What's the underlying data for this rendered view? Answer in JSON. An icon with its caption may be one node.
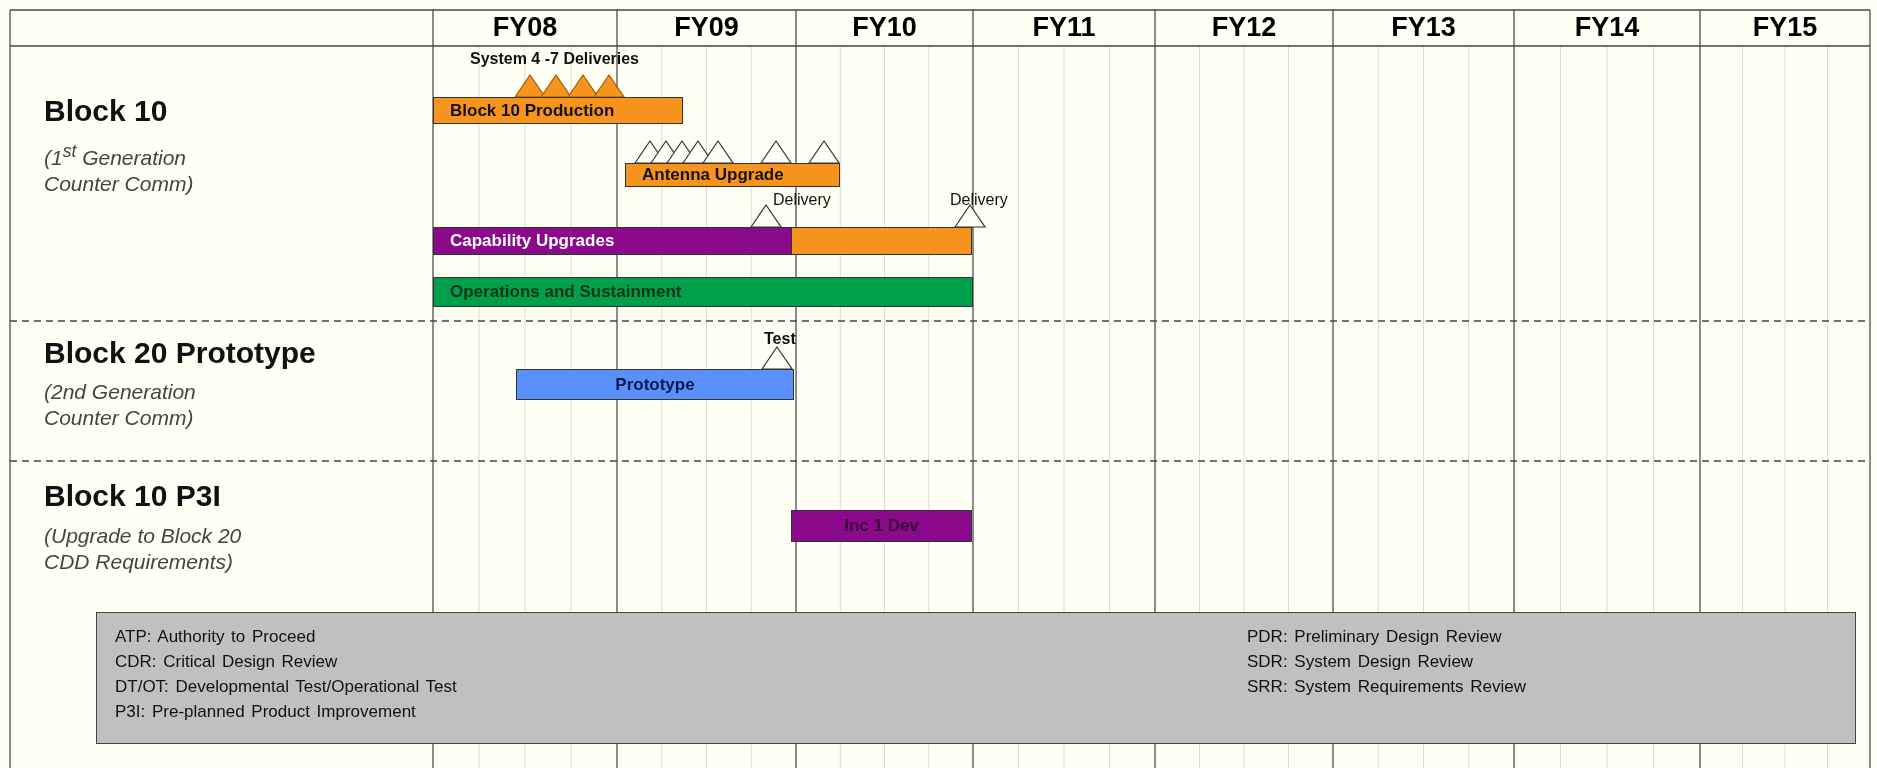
{
  "diagram": {
    "nodes": [
      {
        "text": [
          "Block 10",
          "(1$^{st}$ Generation Counter Comm)"
        ]
      },
      {
        "text": [
          "Block 10 Production"
        ],
        "in": 0
      },
      {
        "text": [
          "Antenna Upgrade"
        ],
        "in": 0
      },
      {
        "text": [
          "Capability Upgrades"
        ],
        "in": 0
      },
      {
        "text": [],
        "shape": "bar",
        "in": 0
      },
      {
        "text": [
          "Operations and Sustainment"
        ],
        "in": 0
      },
      {
        "text": [
          "Block 20 Prototype",
          "(2nd Generation Counter Comm)"
        ]
      },
      {
        "text": [
          "Prototype"
        ],
        "in": 6
      },
      {
        "text": [
          "Block 10 P3I",
          "(Upgrade to Block 20 CDD Requirements)"
        ]
      },
      {
        "text": [
          "Inc 1 Dev"
        ],
        "in": 8
      },
      {
        "text": [
          "ATP: Authority to Proceed",
          "CDR: Critical Design Review",
          "DT/OT: Developmental Test/Operational Test",
          "P3I: Pre-planned Product Improvement",
          "PDR: Preliminary Design Review",
          "SDR: System Design Review",
          "SRR: System Requirements Review"
        ]
      }
    ],
    "labels": [
      "FY08",
      "FY09",
      "FY10",
      "FY11",
      "FY12",
      "FY13",
      "FY14",
      "FY15",
      "System 4 -7 Deliveries",
      "Delivery",
      "Delivery",
      "Test"
    ]
  }
}
